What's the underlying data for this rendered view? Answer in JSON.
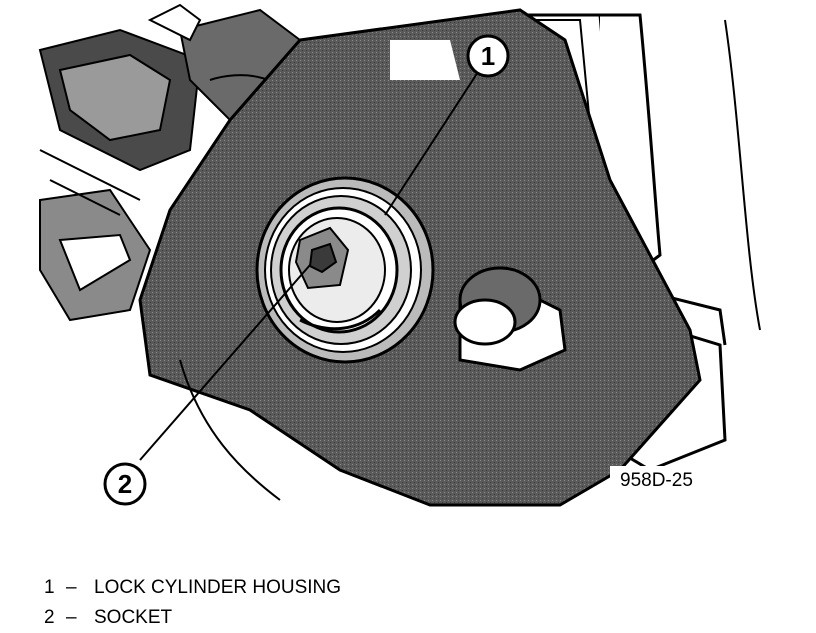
{
  "figure": {
    "code": "958D-25",
    "callouts": [
      {
        "number": "1",
        "label": "LOCK CYLINDER HOUSING"
      },
      {
        "number": "2",
        "label": "SOCKET"
      }
    ],
    "separator": "–"
  }
}
